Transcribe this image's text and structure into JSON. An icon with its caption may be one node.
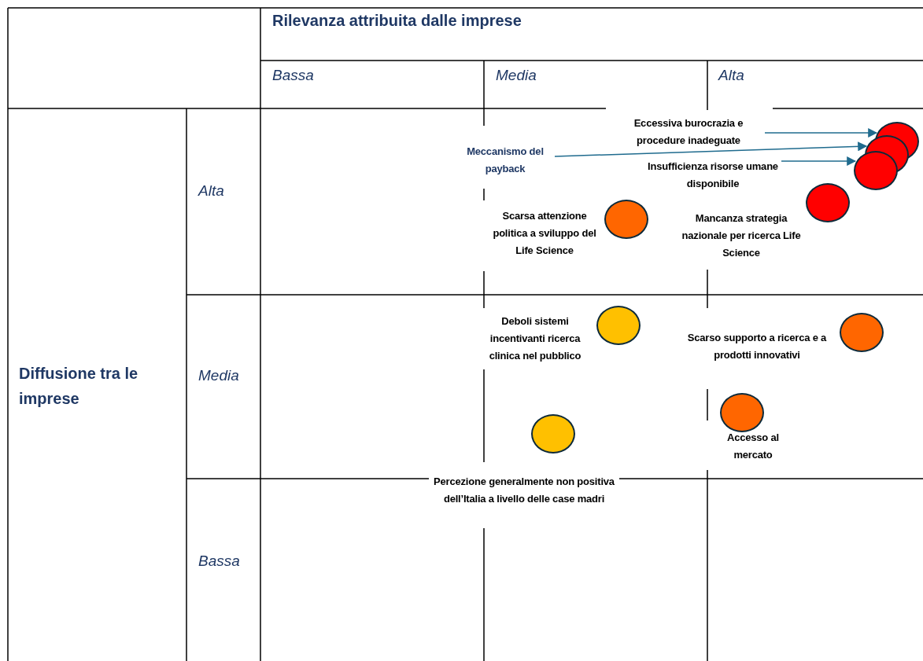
{
  "diagram": {
    "nodes": [
      {
        "text": [
          "Eccessiva burocrazia e procedure inadeguate"
        ]
      },
      {
        "text": [
          "Meccanismo del payback"
        ]
      },
      {
        "text": [
          "Insufficienza risorse umane disponibile"
        ]
      },
      {
        "text": [],
        "shape": "circle"
      },
      {
        "text": [],
        "shape": "circle"
      },
      {
        "text": [],
        "shape": "circle"
      },
      {
        "text": [],
        "shape": "circle",
        "beside": [
          "Mancanza strategia nazionale per ricerca Life Science"
        ]
      },
      {
        "text": [],
        "shape": "circle",
        "beside": [
          "Scarsa attenzione politica a sviluppo del Life Science"
        ]
      },
      {
        "text": [],
        "shape": "circle",
        "beside": [
          "Deboli sistemi incentivanti ricerca clinica nel pubblico"
        ]
      },
      {
        "text": [],
        "shape": "circle",
        "beside": [
          "Scarso supporto a ricerca e a prodotti innovativi"
        ]
      },
      {
        "text": [],
        "shape": "circle",
        "beside": [
          "Accesso al mercato"
        ]
      },
      {
        "text": [],
        "shape": "circle",
        "beside": [
          "Percezione generalmente non positiva dell’Italia a livello delle case madri"
        ]
      }
    ],
    "edges": [
      {
        "from": 0,
        "to": 3,
        "arrow": "to"
      },
      {
        "from": 1,
        "to": 4,
        "arrow": "to"
      },
      {
        "from": 2,
        "to": 5,
        "arrow": "to"
      }
    ],
    "labels": [
      "Rilevanza attribuita dalle imprese",
      "Bassa",
      "Media",
      "Alta",
      "Diffusione tra le imprese",
      "Alta",
      "Media",
      "Bassa"
    ]
  }
}
